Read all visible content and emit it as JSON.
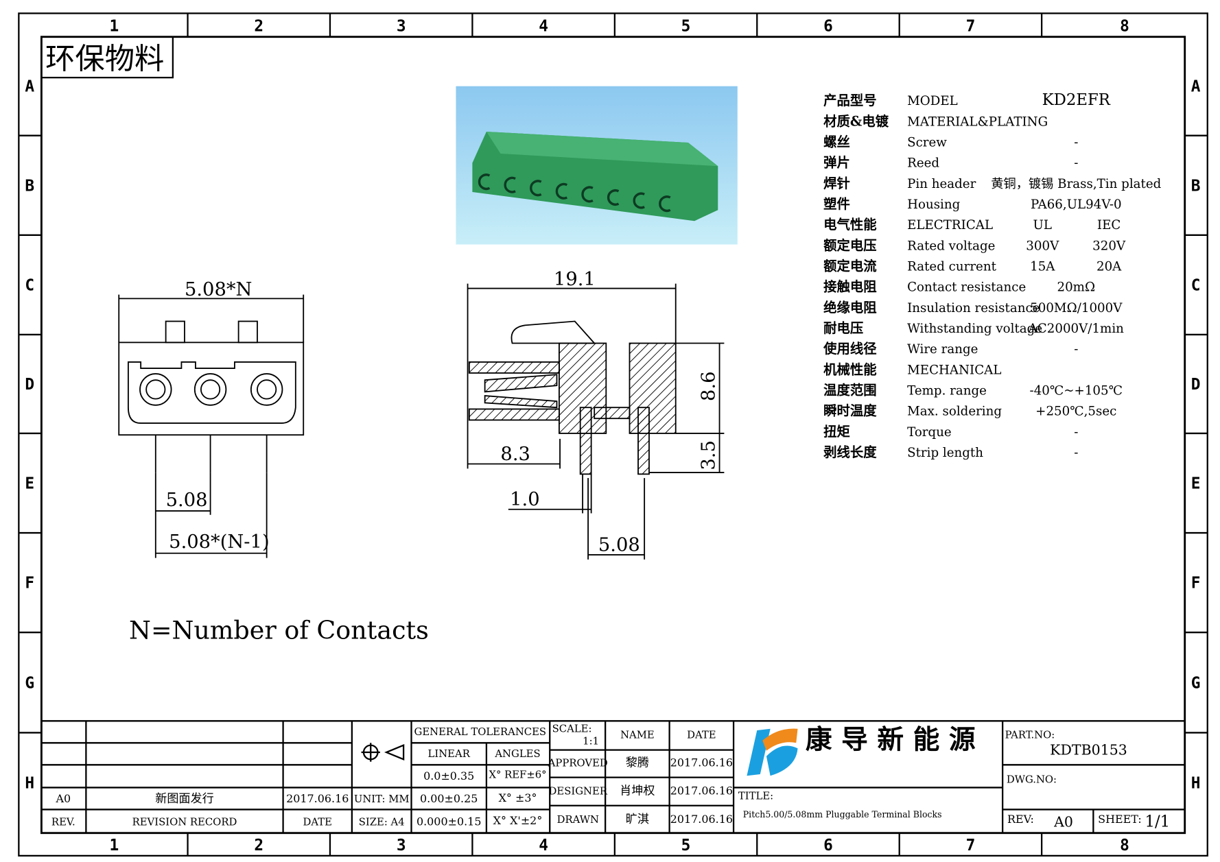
{
  "badge": "环保物料",
  "columns": [
    "1",
    "2",
    "3",
    "4",
    "5",
    "6",
    "7",
    "8"
  ],
  "rows": [
    "A",
    "B",
    "C",
    "D",
    "E",
    "F",
    "G",
    "H"
  ],
  "specs": [
    {
      "cn": "产品型号",
      "en": "MODEL",
      "value": "KD2EFR"
    },
    {
      "cn": "材质&电镀",
      "en": "MATERIAL&PLATING",
      "value": ""
    },
    {
      "cn": "螺丝",
      "en": "Screw",
      "value": "-"
    },
    {
      "cn": "弹片",
      "en": "Reed",
      "value": "-"
    },
    {
      "cn": "焊针",
      "en": "Pin header",
      "value": "黄铜，镀锡 Brass,Tin plated"
    },
    {
      "cn": "塑件",
      "en": "Housing",
      "value": "PA66,UL94V-0"
    },
    {
      "cn": "电气性能",
      "en": "ELECTRICAL",
      "ul": "UL",
      "iec": "IEC"
    },
    {
      "cn": "额定电压",
      "en": "Rated voltage",
      "ul": "300V",
      "iec": "320V"
    },
    {
      "cn": "额定电流",
      "en": "Rated current",
      "ul": "15A",
      "iec": "20A"
    },
    {
      "cn": "接触电阻",
      "en": "Contact resistance",
      "value": "20mΩ"
    },
    {
      "cn": "绝缘电阻",
      "en": "Insulation resistance",
      "value": "500MΩ/1000V"
    },
    {
      "cn": "耐电压",
      "en": "Withstanding voltage",
      "value": "AC2000V/1min"
    },
    {
      "cn": "使用线径",
      "en": "Wire range",
      "value": "-"
    },
    {
      "cn": "机械性能",
      "en": "MECHANICAL",
      "value": ""
    },
    {
      "cn": "温度范围",
      "en": "Temp. range",
      "value": "-40℃~+105℃"
    },
    {
      "cn": "瞬时温度",
      "en": "Max. soldering",
      "value": "+250℃,5sec"
    },
    {
      "cn": "扭矩",
      "en": "Torque",
      "value": "-"
    },
    {
      "cn": "剥线长度",
      "en": "Strip length",
      "value": "-"
    }
  ],
  "dims": {
    "front_width": "5.08*N",
    "pitch": "5.08",
    "pitch_total": "5.08*(N-1)",
    "side_length": "19.1",
    "side_height": "8.6",
    "pin_length": "3.5",
    "plug_depth": "8.3",
    "pin_thickness": "1.0",
    "side_pitch": "5.08"
  },
  "note": "N=Number of Contacts",
  "title_block": {
    "general_tolerances": "GENERAL TOLERANCES",
    "linear": "LINEAR",
    "angles": "ANGLES",
    "lin1": "0.0±0.35",
    "ang1": "X° REF±6°",
    "lin2": "0.00±0.25",
    "ang2": "X° ±3°",
    "lin3": "0.000±0.15",
    "ang3": "X° X'±2°",
    "unit": "UNIT: MM",
    "size": "SIZE: A4",
    "rev_code": "A0",
    "rev_desc": "新图面发行",
    "rev_date": "2017.06.16",
    "rev_hdr": "REV.",
    "record_hdr": "REVISION RECORD",
    "date_hdr": "DATE",
    "scale_label": "SCALE:",
    "scale_value": "1:1",
    "name_hdr": "NAME",
    "date_hdr2": "DATE",
    "approved": "APPROVED",
    "approved_name": "黎腾",
    "approved_date": "2017.06.16",
    "designer": "DESIGNER",
    "designer_name": "肖坤权",
    "designer_date": "2017.06.16",
    "drawn": "DRAWN",
    "drawn_name": "旷淇",
    "drawn_date": "2017.06.16",
    "company": "康 导 新 能 源",
    "title_label": "TITLE:",
    "title": "Pitch5.00/5.08mm Pluggable Terminal Blocks",
    "part_no_label": "PART.NO:",
    "part_no": "KDTB0153",
    "dwg_no_label": "DWG.NO:",
    "rev_label": "REV:",
    "rev_value": "A0",
    "sheet_label": "SHEET:",
    "sheet_value": "1/1"
  },
  "colors": {
    "housing": "#2f9a5a",
    "photo_bg_top": "#8cc8f0",
    "logo_blue": "#1aa0e0",
    "logo_orange": "#f08a1a"
  }
}
